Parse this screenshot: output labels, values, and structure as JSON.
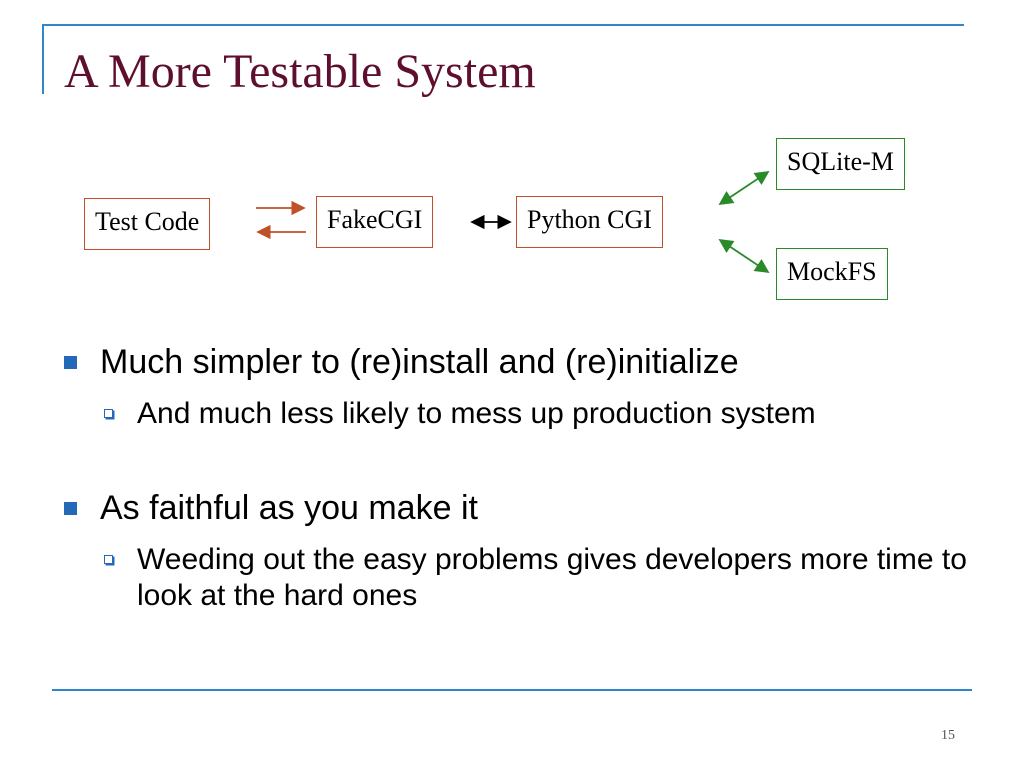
{
  "slide": {
    "title": "A More Testable System",
    "page_number": "15"
  },
  "diagram": {
    "test_code": "Test Code",
    "fake_cgi": "FakeCGI",
    "python_cgi": "Python CGI",
    "sqlite": "SQLite-M",
    "mockfs": "MockFS",
    "colors": {
      "red_arrow": "#c0502a",
      "green_arrow": "#2a8a2a",
      "black_arrow": "#000000"
    }
  },
  "bullets": [
    {
      "text": "Much simpler to (re)install and (re)initialize",
      "sub": [
        "And much less likely to mess up production system"
      ]
    },
    {
      "text": "As faithful as you make it",
      "sub": [
        "Weeding out the easy problems gives developers more time to look at the hard ones"
      ]
    }
  ],
  "theme": {
    "title_color": "#5e0f2f",
    "accent": "#2f86c9",
    "bullet_color": "#2369b7"
  }
}
